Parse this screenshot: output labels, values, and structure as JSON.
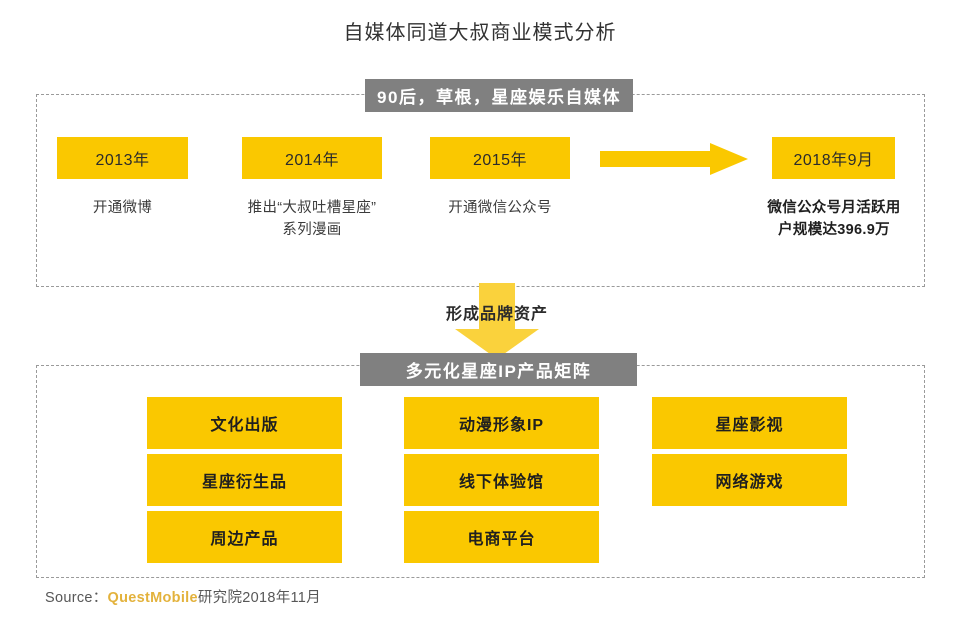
{
  "page": {
    "title": "自媒体同道大叔商业模式分析",
    "accent_yellow": "#FAC800",
    "banner_grey": "#808080",
    "brand_gold": "#E3B23C"
  },
  "timeline_section": {
    "banner_label": "90后，草根，星座娱乐自媒体",
    "items": [
      {
        "chip": "2013年",
        "caption": "开通微博",
        "bold": false
      },
      {
        "chip": "2014年",
        "caption": "推出“大叔吐槽星座”\n系列漫画",
        "bold": false
      },
      {
        "chip": "2015年",
        "caption": "开通微信公众号",
        "bold": false
      },
      {
        "chip": "2018年9月",
        "caption": "微信公众号月活跃用\n户规模达396.9万",
        "bold": true
      }
    ],
    "arrow_icon": "arrow-right-icon"
  },
  "connector": {
    "label": "形成品牌资产",
    "arrow_icon": "arrow-down-icon"
  },
  "matrix_section": {
    "banner_label": "多元化星座IP产品矩阵",
    "columns": [
      {
        "cells": [
          "文化出版",
          "星座衍生品",
          "周边产品"
        ]
      },
      {
        "cells": [
          "动漫形象IP",
          "线下体验馆",
          "电商平台"
        ]
      },
      {
        "cells": [
          "星座影视",
          "网络游戏"
        ]
      }
    ]
  },
  "footer": {
    "source_prefix": "Source：",
    "source_brand": "QuestMobile",
    "source_suffix": "研究院2018年11月"
  }
}
